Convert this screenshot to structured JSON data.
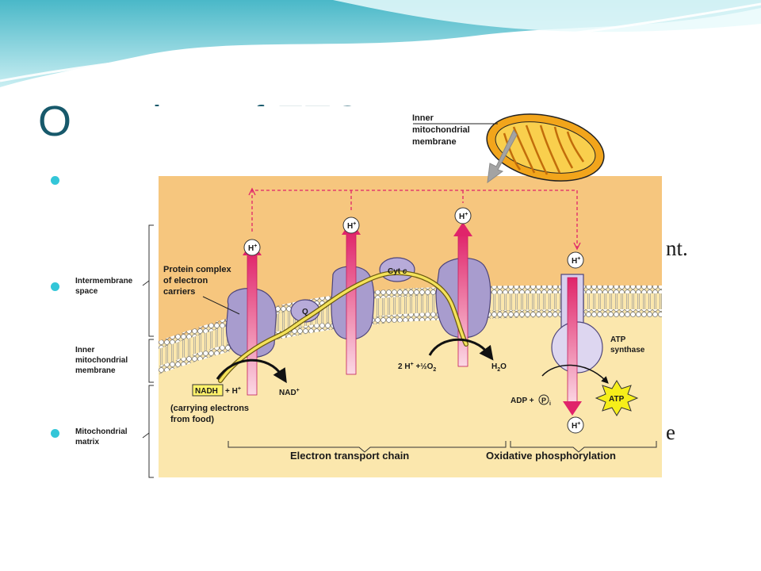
{
  "slide": {
    "title": "Overview of ETC",
    "fragments": [
      "nt.",
      "e"
    ]
  },
  "diagram": {
    "regions": {
      "intermembrane": [
        "Intermembrane",
        "space"
      ],
      "inner_membrane": [
        "Inner",
        "mitochondrial",
        "membrane"
      ],
      "matrix": [
        "Mitochondrial",
        "matrix"
      ]
    },
    "callout": [
      "Inner",
      "mitochondrial",
      "membrane"
    ],
    "protein_complex": [
      "Protein complex",
      "of electron",
      "carriers"
    ],
    "proton": "H",
    "proton_charge": "+",
    "q": "Q",
    "cytc": "Cyt",
    "cytc_italic": "c",
    "nadh": "NADH",
    "nadh_plus": "+ H",
    "nadh_plus_sup": "+",
    "nad": "NAD",
    "nad_sup": "+",
    "carrying": [
      "(carrying electrons",
      "from food)"
    ],
    "oxygen": {
      "a": "2 H",
      "a_sup": "+",
      "b": "+",
      "half": "½",
      "o": "O",
      "o_sub": "2"
    },
    "water": {
      "h": "H",
      "h_sub": "2",
      "o": "O"
    },
    "atp_synthase": [
      "ATP",
      "synthase"
    ],
    "adp": "ADP +",
    "pi": "P",
    "pi_sub": "i",
    "atp": "ATP",
    "sections": {
      "etc": "Electron transport chain",
      "oxphos": "Oxidative phosphorylation"
    },
    "colors": {
      "intermembrane": "#f6c67e",
      "matrix": "#fbe7ad",
      "protein": "#a89cce",
      "proton_arrow": "#e0246a",
      "electron_path": "#f4e25a",
      "mitochondrion": "#f2a51b",
      "atp_star": "#f6ee1a"
    }
  }
}
